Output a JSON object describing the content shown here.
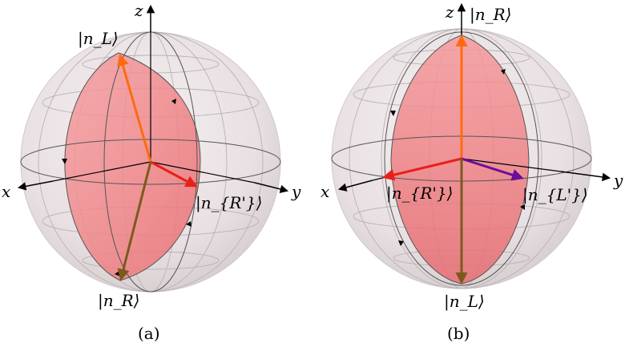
{
  "colors": {
    "sphere_fill": "#ece4e6",
    "grid_line": "#b9b2b4",
    "dark_line": "#555555",
    "patch_fill": "#f07d80",
    "orange": "#ff6a10",
    "red": "#e8201a",
    "brown": "#7b5a1e",
    "purple": "#6a0d9a"
  },
  "panels": [
    {
      "caption": "(a)",
      "labels": {
        "z": "z",
        "x": "x",
        "y": "y",
        "nL_math": "|n_L⟩",
        "nRp_math": "|n_{R'}⟩",
        "nR_math": "|n_R⟩"
      }
    },
    {
      "caption": "(b)",
      "labels": {
        "z": "z",
        "x": "x",
        "y": "y",
        "nR_math": "|n_R⟩",
        "nRp_math": "|n_{R'}⟩",
        "nLp_math": "|n_{L'}⟩",
        "nL_math": "|n_L⟩"
      }
    }
  ]
}
